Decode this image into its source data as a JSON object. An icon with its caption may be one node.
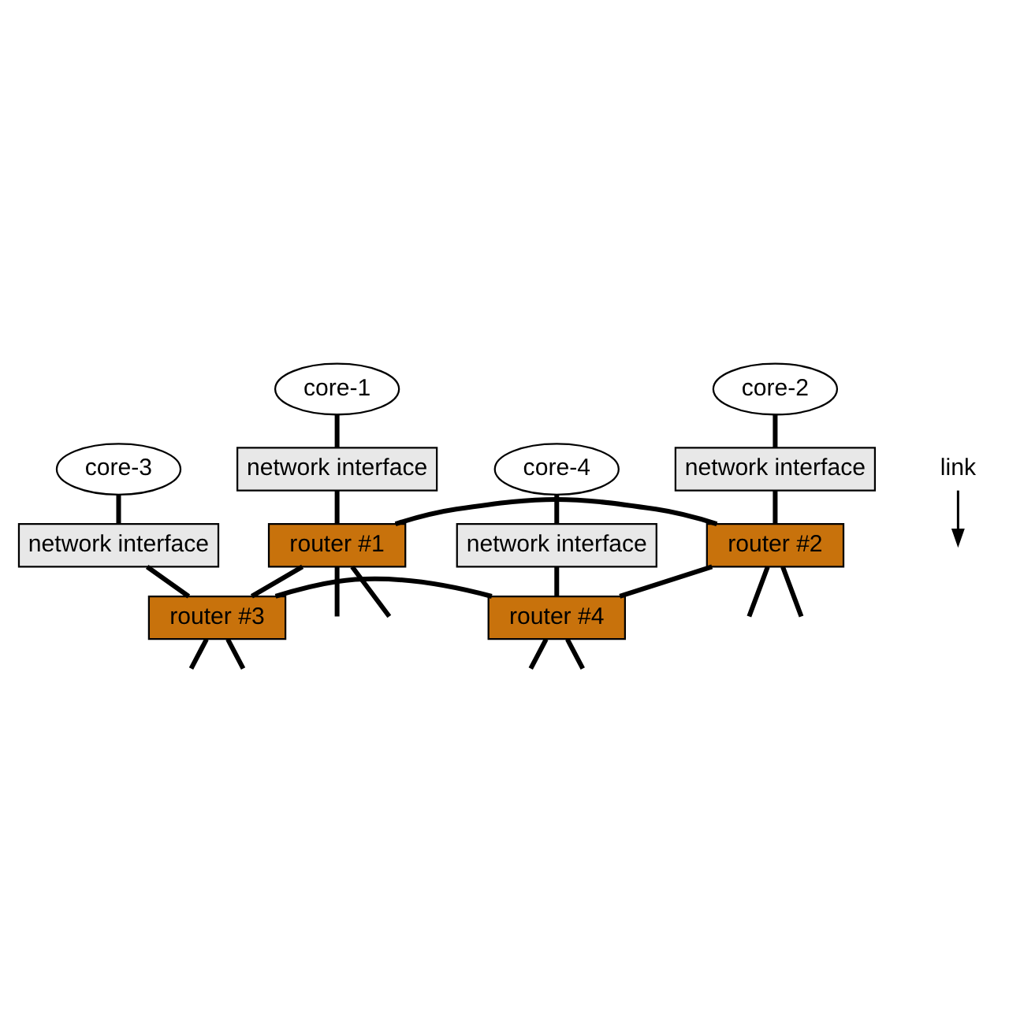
{
  "diagram": {
    "nodes": [
      {
        "text": [
          "core-1"
        ]
      },
      {
        "text": [
          "core-2"
        ]
      },
      {
        "text": [
          "network interface"
        ]
      },
      {
        "text": [
          "network interface"
        ]
      },
      {
        "text": [
          "router #1"
        ]
      },
      {
        "text": [
          "router #2"
        ]
      },
      {
        "text": [
          "core-3"
        ]
      },
      {
        "text": [
          "core-4"
        ]
      },
      {
        "text": [
          "link"
        ]
      },
      {
        "text": [
          "network interface"
        ]
      },
      {
        "text": [
          "network interface"
        ]
      },
      {
        "text": [
          "router #3"
        ]
      },
      {
        "text": [
          "router #4"
        ]
      }
    ],
    "edges": [
      {
        "from": 0,
        "to": 2,
        "arrow": "none"
      },
      {
        "from": 1,
        "to": 3,
        "arrow": "none"
      },
      {
        "from": 2,
        "to": 4,
        "arrow": "none"
      },
      {
        "from": 3,
        "to": 5,
        "arrow": "none"
      },
      {
        "from": 4,
        "to": 5,
        "arrow": "none"
      },
      {
        "from": 4,
        "to": 11,
        "arrow": "none"
      },
      {
        "from": 5,
        "to": 12,
        "arrow": "none"
      },
      {
        "from": 6,
        "to": 9,
        "arrow": "none"
      },
      {
        "from": 7,
        "to": 10,
        "arrow": "none"
      },
      {
        "from": 9,
        "to": 11,
        "arrow": "none"
      },
      {
        "from": 10,
        "to": 12,
        "arrow": "none"
      },
      {
        "from": 11,
        "to": 12,
        "arrow": "none"
      },
      {
        "from": 8,
        "to": null,
        "arrow": "to"
      },
      {
        "from": 4,
        "to": null,
        "arrow": "none"
      },
      {
        "from": 4,
        "to": null,
        "arrow": "none"
      },
      {
        "from": 5,
        "to": null,
        "arrow": "none"
      },
      {
        "from": 5,
        "to": null,
        "arrow": "none"
      },
      {
        "from": 11,
        "to": null,
        "arrow": "none"
      },
      {
        "from": 11,
        "to": null,
        "arrow": "none"
      },
      {
        "from": 12,
        "to": null,
        "arrow": "none"
      },
      {
        "from": 12,
        "to": null,
        "arrow": "none"
      }
    ]
  }
}
